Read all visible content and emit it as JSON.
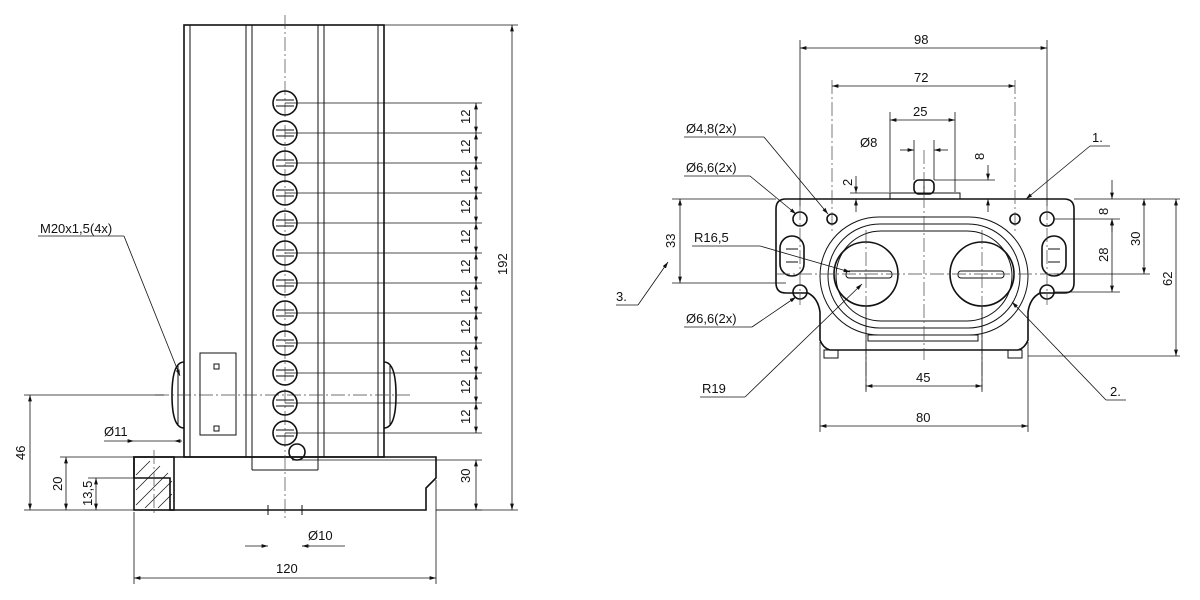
{
  "front_view": {
    "thread_label": "M20x1,5(4x)",
    "dia_11": "Ø11",
    "dia_10": "Ø10",
    "dim_120": "120",
    "dim_46": "46",
    "dim_20": "20",
    "dim_13_5": "13,5",
    "pitch_labels": [
      "12",
      "12",
      "12",
      "12",
      "12",
      "12",
      "12",
      "12",
      "12",
      "12",
      "12"
    ],
    "dim_30": "30",
    "dim_192": "192"
  },
  "top_view": {
    "dim_98": "98",
    "dim_72": "72",
    "dim_25": "25",
    "dia_8": "Ø8",
    "dim_8_top": "8",
    "dim_2": "2",
    "hole_48": "Ø4,8(2x)",
    "hole_66_top": "Ø6,6(2x)",
    "hole_66_bottom": "Ø6,6(2x)",
    "r165": "R16,5",
    "r19": "R19",
    "dim_33": "33",
    "dim_8_right": "8",
    "dim_28": "28",
    "dim_30": "30",
    "dim_62": "62",
    "dim_45": "45",
    "dim_80": "80",
    "callout_1": "1.",
    "callout_2": "2.",
    "callout_3": "3."
  }
}
